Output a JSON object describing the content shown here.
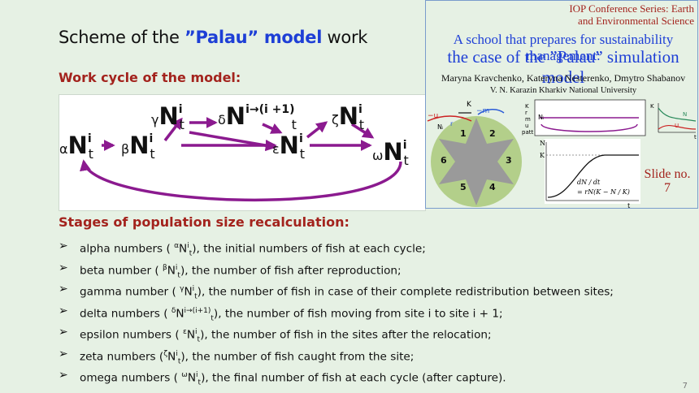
{
  "header": {
    "title_plain_1": "Scheme of the ",
    "title_highlight": "”Palau” model",
    "title_plain_2": " work"
  },
  "sections": {
    "work_cycle": "Work cycle of the model:",
    "stages": "Stages of population size recalculation:"
  },
  "diagram": {
    "nodes": {
      "alpha": {
        "pre": "α",
        "main": "N",
        "sup": "i",
        "sub": "t"
      },
      "beta": {
        "pre": "β",
        "main": "N",
        "sup": "i",
        "sub": "t"
      },
      "gamma": {
        "pre": "γ",
        "main": "N",
        "sup": "i",
        "sub": "t"
      },
      "delta": {
        "pre": "δ",
        "main": "N",
        "sup": "i→(i +1)",
        "sub": "t"
      },
      "epsilon": {
        "pre": "ε",
        "main": "N",
        "sup": "i",
        "sub": "t"
      },
      "zeta": {
        "pre": "ζ",
        "main": "N",
        "sup": "i",
        "sub": "t"
      },
      "omega": {
        "pre": "ω",
        "main": "N",
        "sup": "i",
        "sub": "t"
      }
    },
    "colors": {
      "arrow": "#8b1a8f"
    }
  },
  "bullets": [
    {
      "pre": "alpha numbers ( ",
      "g": "α",
      "sup": "i",
      "sub": "t",
      "post": "), the initial numbers of fish at each cycle;"
    },
    {
      "pre": "beta number ( ",
      "g": "β",
      "sup": "i",
      "sub": "t",
      "post": "), the number of fish after reproduction;"
    },
    {
      "pre": "gamma number ( ",
      "g": "γ",
      "sup": "i",
      "sub": "t",
      "post": "), the number of fish in case of their complete redistribution between sites;"
    },
    {
      "pre": "delta numbers ( ",
      "g": "δ",
      "sup": "i→(i+1)",
      "sub": "t",
      "post": "), the number of fish moving from site i to site i + 1;"
    },
    {
      "pre": "epsilon numbers ( ",
      "g": "ε",
      "sup": "i",
      "sub": "t",
      "post": "), the number of fish in the sites after the relocation;"
    },
    {
      "pre": "zeta numbers (",
      "g": "ζ",
      "sup": "i",
      "sub": "t",
      "post": "), the number of fish caught from the site;"
    },
    {
      "pre": "omega numbers ( ",
      "g": "ω",
      "sup": "i",
      "sub": "t",
      "post": "), the final number of fish at each cycle (after capture)."
    }
  ],
  "bullet_marker": "➢",
  "panel": {
    "conf_line1": "IOP Conference Series: Earth",
    "conf_line2": "and  Environmental  Science",
    "title_line1": "A school that prepares for sustainability management:",
    "title_line2": "the case of the ”Palau” simulation model",
    "authors": "Maryna Kravchenko, Kateryna Nesterenko, Dmytro Shabanov",
    "university": "V. N. Karazin Kharkiv National University",
    "slide_label": "Slide no.",
    "slide_number": "7",
    "star_numbers": [
      "1",
      "2",
      "3",
      "4",
      "5",
      "6"
    ],
    "star_labels": {
      "u_left": "−u",
      "k": "K",
      "m": "−m",
      "r": "r",
      "ni": "Nᵢ"
    },
    "side_labels": [
      "K",
      "r",
      "m",
      "u",
      "patt"
    ],
    "formula_left": "dN / dt",
    "formula_right": "= rN(K − N / K)",
    "axis_n": "N",
    "axis_k": "K",
    "axis_t": "t",
    "mini_labels": {
      "k": "K",
      "n": "N",
      "u": "U",
      "t": "t"
    }
  },
  "page_number": "7"
}
